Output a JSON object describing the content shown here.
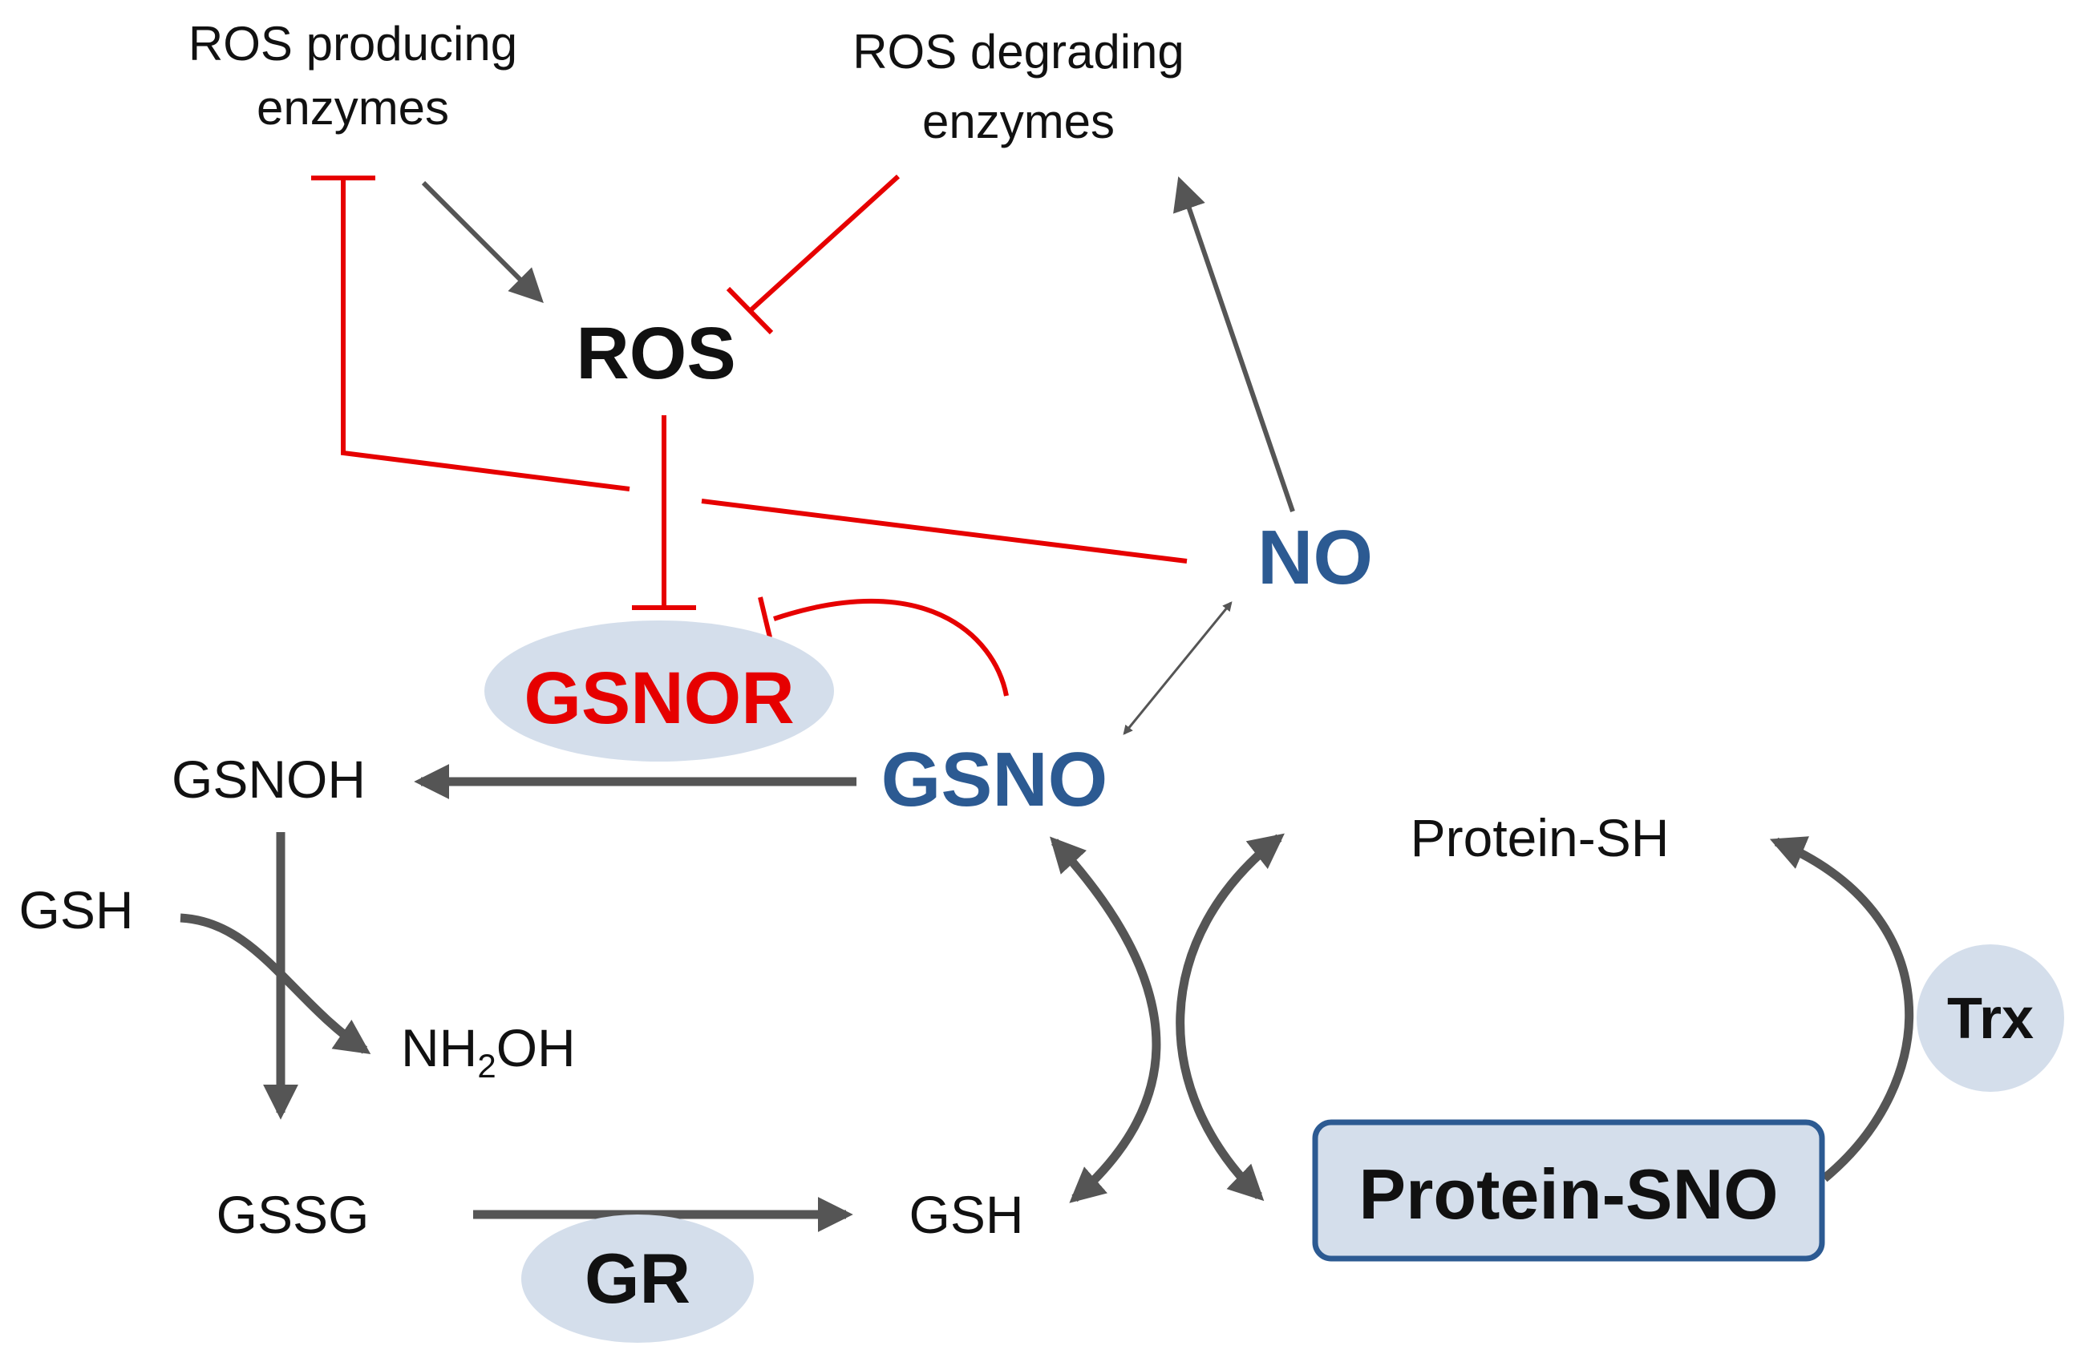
{
  "colors": {
    "inhibition": "#e60000",
    "arrow": "#555555",
    "no_blue": "#2c5a92",
    "gsnor_red": "#e60000",
    "ellipse_fill": "#d4deeb",
    "box_border": "#2c5a92",
    "text": "#111111"
  },
  "labels": {
    "ros_producing_line1": "ROS producing",
    "ros_producing_line2": "enzymes",
    "ros_degrading_line1": "ROS degrading",
    "ros_degrading_line2": "enzymes",
    "ros": "ROS",
    "no": "NO",
    "gsnor": "GSNOR",
    "gsno": "GSNO",
    "gsnoh": "GSNOH",
    "gsh_left": "GSH",
    "nh2oh_prefix": "NH",
    "nh2oh_sub": "2",
    "nh2oh_suffix": "OH",
    "gssg": "GSSG",
    "gsh_bottom": "GSH",
    "gr": "GR",
    "protein_sh": "Protein-SH",
    "protein_sno": "Protein-SNO",
    "trx": "Trx"
  }
}
